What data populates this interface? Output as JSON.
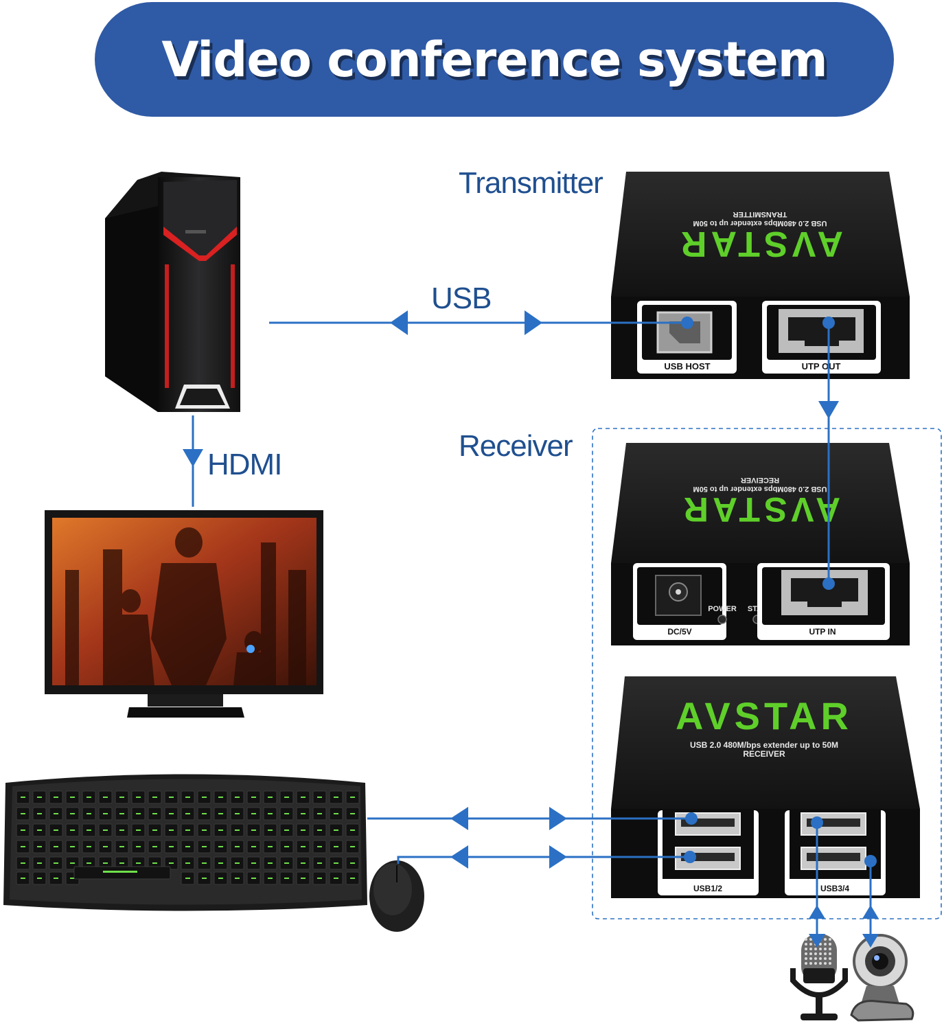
{
  "title": "Video conference system",
  "labels": {
    "transmitter": "Transmitter",
    "receiver": "Receiver",
    "usb": "USB",
    "hdmi": "HDMI"
  },
  "transmitter_unit": {
    "brand": "AVSTAR",
    "spec_line1": "USB 2.0 480Mbps extender up to 50M",
    "spec_line2": "TRANSMITTER",
    "port_usb": "USB HOST",
    "port_utp": "UTP OUT"
  },
  "receiver_unit_back": {
    "brand": "AVSTAR",
    "spec_line1": "USB 2.0 480Mbps extender up to 50M",
    "spec_line2": "RECEIVER",
    "port_dc": "DC/5V",
    "led_power": "POWER",
    "led_status": "STATUS",
    "port_utp": "UTP IN"
  },
  "receiver_unit_front": {
    "brand": "AVSTAR",
    "spec_line1": "USB 2.0 480M/bps extender up to 50M",
    "spec_line2": "RECEIVER",
    "port_usb12": "USB1/2",
    "port_usb34": "USB3/4"
  },
  "colors": {
    "accent_blue": "#2f5aa5",
    "line_blue": "#2b70c4",
    "label_blue": "#1f4f8f",
    "brand_green": "#5fcf2a"
  },
  "icons": [
    "pc-tower-icon",
    "monitor-icon",
    "keyboard-icon",
    "mouse-icon",
    "microphone-icon",
    "webcam-icon"
  ]
}
